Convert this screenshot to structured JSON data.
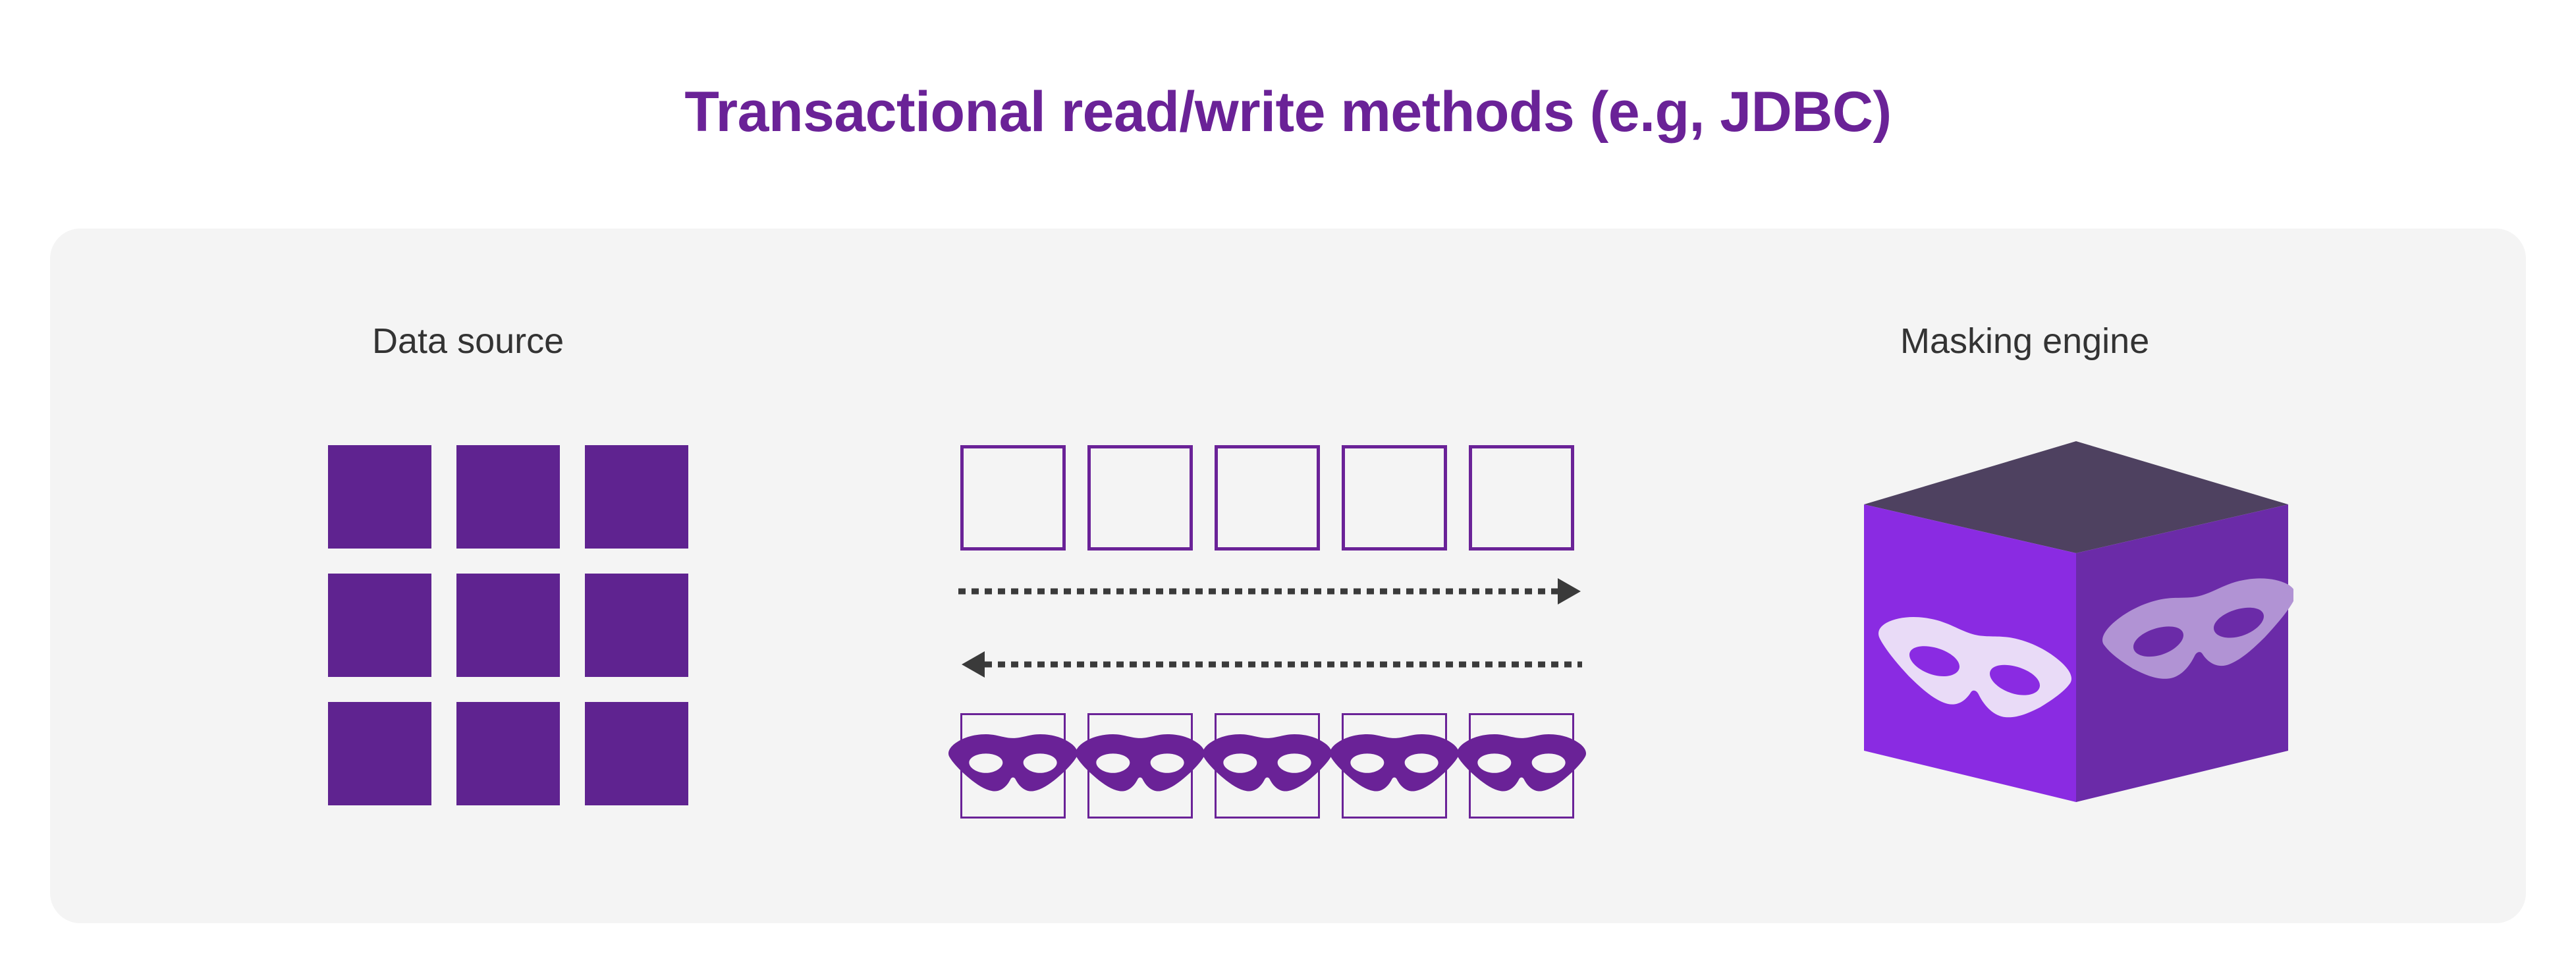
{
  "page": {
    "title": "Transactional read/write methods (e.g, JDBC)",
    "background_color": "#ffffff",
    "card_background_color": "#F4F4F4",
    "title_color": "#6A2297"
  },
  "sections": {
    "left": {
      "label": "Data source",
      "icon_name": "data-grid-icon",
      "grid": {
        "rows": 3,
        "cols": 3,
        "cell_color": "#5F2390",
        "cells": [
          "cell-1-1",
          "cell-1-2",
          "cell-1-3",
          "cell-2-1",
          "cell-2-2",
          "cell-2-3",
          "cell-3-1",
          "cell-3-2",
          "cell-3-3"
        ]
      }
    },
    "middle": {
      "plain_records": {
        "count": 5,
        "border_color": "#6A2297",
        "items": [
          "record-1",
          "record-2",
          "record-3",
          "record-4",
          "record-5"
        ]
      },
      "masked_records": {
        "count": 5,
        "border_color": "#6A2297",
        "mask_color": "#6A2297",
        "mask_icon_name": "masquerade-mask-icon",
        "items": [
          "masked-record-1",
          "masked-record-2",
          "masked-record-3",
          "masked-record-4",
          "masked-record-5"
        ]
      },
      "arrows": [
        {
          "name": "arrow-read-request",
          "direction": "right",
          "style": "dashed",
          "color": "#3A3A3A"
        },
        {
          "name": "arrow-masked-response",
          "direction": "left",
          "style": "dashed",
          "color": "#3A3A3A"
        }
      ]
    },
    "right": {
      "label": "Masking engine",
      "icon_name": "masking-engine-cube-icon",
      "cube_colors": {
        "top_face": "#4E4160",
        "left_face": "#8A2BE2",
        "right_face": "#6B2BA8",
        "left_mask": "#E9DBF7",
        "right_mask": "#B193D4"
      }
    }
  }
}
